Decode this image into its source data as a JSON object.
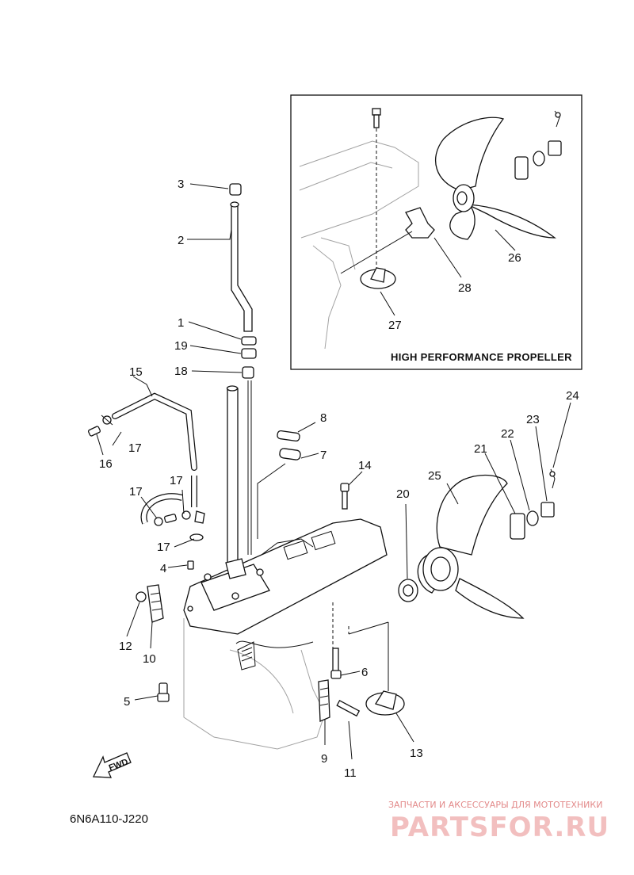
{
  "inset": {
    "title": "HIGH PERFORMANCE PROPELLER",
    "callouts": [
      "26",
      "27",
      "28"
    ]
  },
  "diagram_code": "6N6A110-J220",
  "fwd_label": "FWD",
  "watermark": {
    "tagline": "ЗАПЧАСТИ И АКСЕССУАРЫ ДЛЯ МОТОТЕХНИКИ",
    "brand": "PARTSFOR.RU"
  },
  "callouts": [
    "1",
    "2",
    "3",
    "4",
    "5",
    "6",
    "7",
    "8",
    "9",
    "10",
    "11",
    "12",
    "13",
    "14",
    "15",
    "16",
    "17",
    "18",
    "19",
    "20",
    "21",
    "22",
    "23",
    "24",
    "25"
  ]
}
